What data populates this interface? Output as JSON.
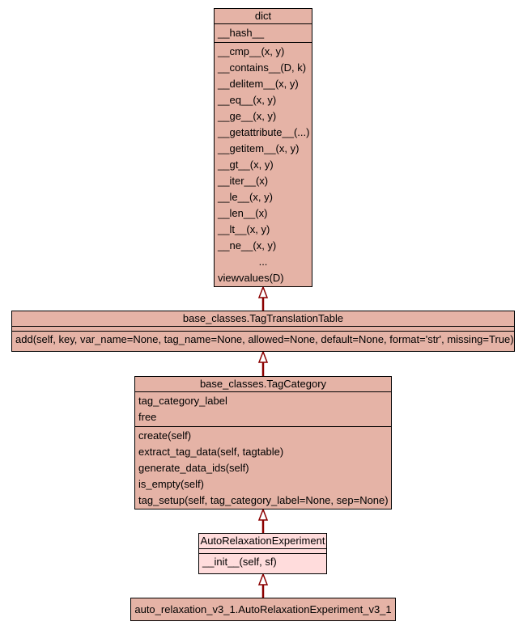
{
  "diagram": {
    "classes": {
      "dict": {
        "name": "dict",
        "attributes": [
          "__hash__"
        ],
        "methods": [
          "__cmp__(x, y)",
          "__contains__(D, k)",
          "__delitem__(x, y)",
          "__eq__(x, y)",
          "__ge__(x, y)",
          "__getattribute__(...)",
          "__getitem__(x, y)",
          "__gt__(x, y)",
          "__iter__(x)",
          "__le__(x, y)",
          "__len__(x)",
          "__lt__(x, y)",
          "__ne__(x, y)",
          "...",
          "viewvalues(D)"
        ]
      },
      "tag_translation_table": {
        "name": "base_classes.TagTranslationTable",
        "attributes": [],
        "methods": [
          "add(self, key, var_name=None, tag_name=None, allowed=None, default=None, format='str', missing=True)"
        ]
      },
      "tag_category": {
        "name": "base_classes.TagCategory",
        "attributes": [
          "tag_category_label",
          "free"
        ],
        "methods": [
          "create(self)",
          "extract_tag_data(self, tagtable)",
          "generate_data_ids(self)",
          "is_empty(self)",
          "tag_setup(self, tag_category_label=None, sep=None)"
        ]
      },
      "auto_relaxation_experiment": {
        "name": "AutoRelaxationExperiment",
        "attributes": [],
        "methods": [
          "__init__(self, sf)"
        ]
      },
      "auto_relaxation_v3_1": {
        "name": "auto_relaxation_v3_1.AutoRelaxationExperiment_v3_1"
      }
    },
    "colors": {
      "class_fill": "#e5b3a6",
      "highlight_fill": "#ffdcdc",
      "edge": "#8b0000"
    }
  }
}
